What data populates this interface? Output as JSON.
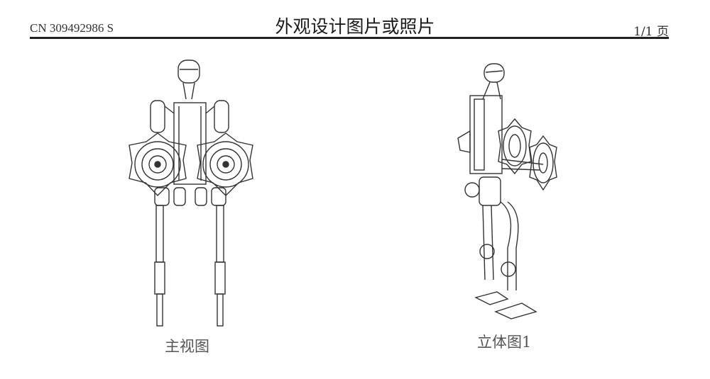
{
  "header": {
    "patent_number": "CN 309492986 S",
    "title": "外观设计图片或照片",
    "page": "1/1 页"
  },
  "figures": [
    {
      "caption": "主视图"
    },
    {
      "caption": "立体图1"
    }
  ]
}
